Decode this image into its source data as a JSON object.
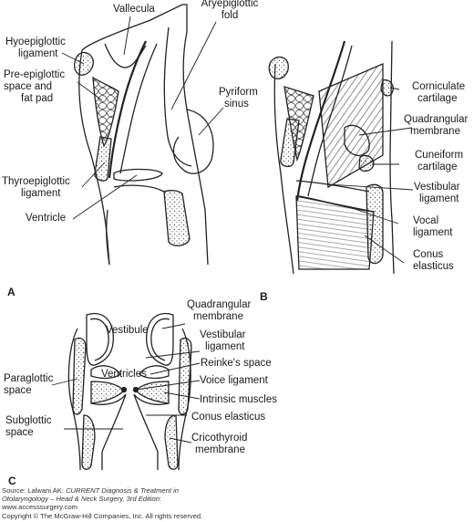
{
  "figure_a": {
    "panel_letter": "A",
    "labels": {
      "vallecula": "Vallecula",
      "aryepiglottic_1": "Aryepiglottic",
      "aryepiglottic_2": "fold",
      "hyoepiglottic_1": "Hyoepiglottic",
      "hyoepiglottic_2": "ligament",
      "preepiglottic_1": "Pre-epiglottic",
      "preepiglottic_2": "space and",
      "preepiglottic_3": "fat pad",
      "pyriform_1": "Pyriform",
      "pyriform_2": "sinus",
      "thyroepiglottic_1": "Thyroepiglottic",
      "thyroepiglottic_2": "ligament",
      "ventricle": "Ventricle"
    }
  },
  "figure_b": {
    "panel_letter": "B",
    "labels": {
      "corniculate_1": "Corniculate",
      "corniculate_2": "cartilage",
      "quadrangular_1": "Quadrangular",
      "quadrangular_2": "membrane",
      "cuneiform_1": "Cuneiform",
      "cuneiform_2": "cartilage",
      "vestibular_1": "Vestibular",
      "vestibular_2": "ligament",
      "vocal_1": "Vocal",
      "vocal_2": "ligament",
      "conus_1": "Conus",
      "conus_2": "elasticus"
    }
  },
  "figure_c": {
    "panel_letter": "C",
    "labels": {
      "vestibule": "Vestibule",
      "quadrangular_1": "Quadrangular",
      "quadrangular_2": "membrane",
      "vestibular_1": "Vestibular",
      "vestibular_2": "ligament",
      "ventricles": "Ventricles",
      "reinke": "Reinke's space",
      "paraglottic_1": "Paraglottic",
      "paraglottic_2": "space",
      "voice_ligament": "Voice ligament",
      "intrinsic": "Intrinsic muscles",
      "subglottic_1": "Subglottic",
      "subglottic_2": "space",
      "conus": "Conus elasticus",
      "cricothyroid_1": "Cricothyroid",
      "cricothyroid_2": "membrane"
    }
  },
  "source": {
    "line1_prefix": "Source: Lalwani AK: ",
    "line1_italic": "CURRENT Diagnosis & Treatment in",
    "line2_italic": "Otolaryngology – Head & Neck Surgery, 3rd Edition",
    "line2_suffix": ":",
    "line3": "www.accesssurgery.com",
    "line4": "Copyright © The McGraw-Hill Companies, Inc. All rights reserved."
  },
  "colors": {
    "line": "#222222",
    "stipple": "#555555",
    "paper": "#ffffff"
  }
}
